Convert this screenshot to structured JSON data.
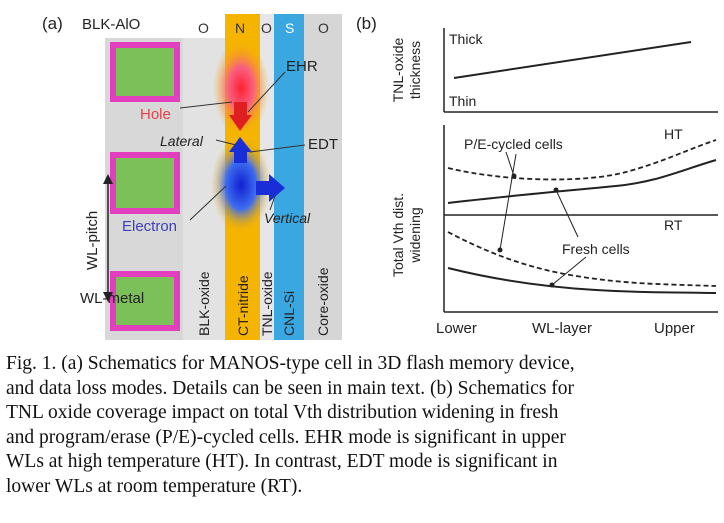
{
  "panel_a": {
    "label": "(a)",
    "blk_label": "BLK-AlO",
    "layer_letters": [
      "O",
      "N",
      "O",
      "S",
      "O"
    ],
    "labels": {
      "ehr": "EHR",
      "hole": "Hole",
      "lateral": "Lateral",
      "edt": "EDT",
      "electron": "Electron",
      "vertical": "Vertical",
      "wl_pitch": "WL-pitch",
      "wl_metal": "WL-metal"
    },
    "layer_names": [
      "BLK-oxide",
      "CT-nitride",
      "TNL-oxide",
      "CNL-Si",
      "Core-oxide"
    ],
    "colors": {
      "hole": "#e8404a",
      "electron": "#3b3fbf",
      "nitride": "#f5b400",
      "channel": "#3aa7e0",
      "wl_metal": "#7cc05a",
      "wl_border": "#e23fbf"
    }
  },
  "panel_b": {
    "label": "(b)",
    "top_plot": {
      "ylabel_line1": "TNL-oxide",
      "ylabel_line2": "thickness",
      "thick_label": "Thick",
      "thin_label": "Thin"
    },
    "bottom_plot": {
      "ylabel_line1": "Total Vth dist.",
      "ylabel_line2": "widening",
      "ht_label": "HT",
      "rt_label": "RT",
      "pe_cycled_label": "P/E-cycled cells",
      "fresh_label": "Fresh cells"
    },
    "x_labels": [
      "Lower",
      "WL-layer",
      "Upper"
    ]
  },
  "caption": {
    "lines": [
      "Fig. 1. (a) Schematics for MANOS-type cell in 3D flash memory device,",
      "and data loss modes. Details can be seen in main text. (b) Schematics for",
      "TNL oxide coverage impact on total Vth distribution widening in fresh",
      "and program/erase (P/E)-cycled cells. EHR mode is significant in upper",
      "WLs at high temperature (HT). In contrast, EDT mode is significant in",
      "lower WLs at room temperature (RT)."
    ]
  }
}
